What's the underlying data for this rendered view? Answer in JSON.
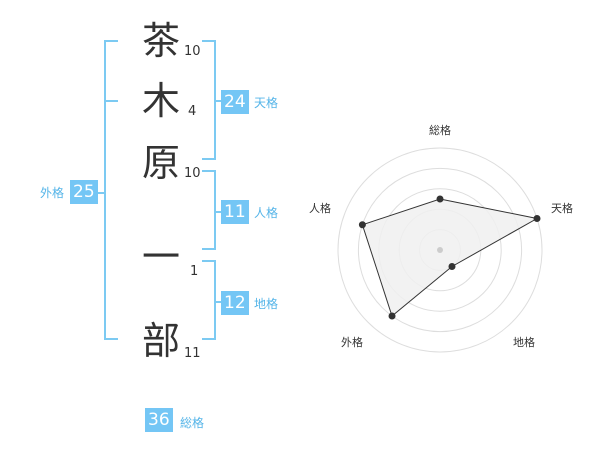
{
  "name": {
    "characters": [
      {
        "char": "茶",
        "strokes": "10"
      },
      {
        "char": "木",
        "strokes": "4"
      },
      {
        "char": "原",
        "strokes": "10"
      },
      {
        "char": "一",
        "strokes": "1"
      },
      {
        "char": "部",
        "strokes": "11"
      }
    ]
  },
  "grids": {
    "tenkaku": {
      "label": "天格",
      "value": "24"
    },
    "jinkaku": {
      "label": "人格",
      "value": "11"
    },
    "chikaku": {
      "label": "地格",
      "value": "12"
    },
    "gaikaku": {
      "label": "外格",
      "value": "25"
    },
    "soukaku": {
      "label": "総格",
      "value": "36"
    }
  },
  "radar": {
    "axes": [
      "総格",
      "天格",
      "地格",
      "外格",
      "人格"
    ],
    "values": [
      0.5,
      1.0,
      0.2,
      0.8,
      0.8
    ],
    "colors": {
      "fill": "#f0f0f0",
      "stroke": "#333333",
      "ring": "#dddddd"
    }
  },
  "colors": {
    "accent": "#74c6f5",
    "label": "#54b4e8"
  }
}
